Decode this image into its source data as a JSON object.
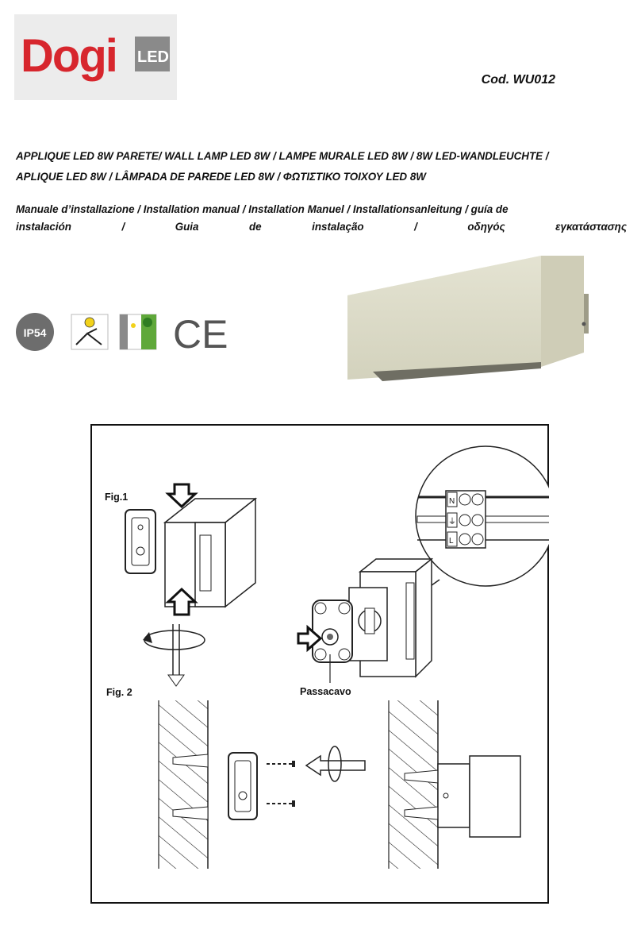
{
  "header": {
    "brand": "Dogi",
    "brand_suffix": "LED",
    "code": "Cod. WU012"
  },
  "product": {
    "title_line1": "APPLIQUE LED 8W PARETE/ WALL LAMP LED 8W / LAMPE MURALE LED 8W / 8W LED-WANDLEUCHTE /",
    "title_line2": "APLIQUE LED 8W / LÂMPADA DE PAREDE LED 8W / ΦΩΤΙΣΤΙΚΟ ΤΟΙΧΟΥ LED 8W",
    "manual_line1": "Manuale d’installazione / Installation manual / Installation Manuel / Installationsanleitung / guía de",
    "manual_line2": "instalación / Guia de instalação / οδηγός εγκατάστασης"
  },
  "badges": {
    "ip": "IP54",
    "ce": "CE"
  },
  "diagram": {
    "fig1": "Fig.1",
    "fig2": "Fig. 2",
    "passacavo": "Passacavo",
    "terminal_n": "N",
    "terminal_earth": "⏚",
    "terminal_l": "L"
  },
  "colors": {
    "brand_red": "#d7262d",
    "brand_grey": "#8a8a8a",
    "lamp_body": "#dcdbc8"
  },
  "icons": [
    "ip54-badge-icon",
    "indoor-outdoor-icon",
    "wall-mount-icon",
    "ce-mark-icon"
  ]
}
